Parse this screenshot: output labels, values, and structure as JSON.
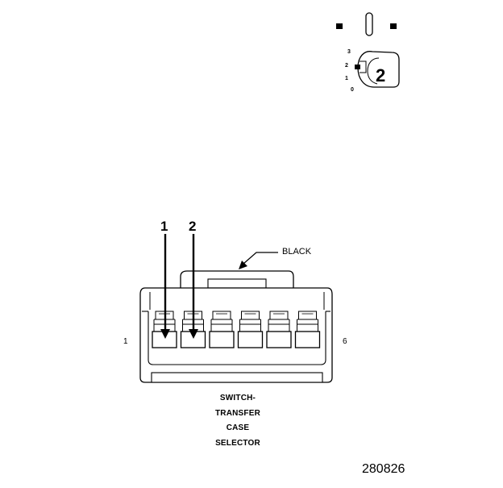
{
  "connector": {
    "wire_color": "BLACK",
    "end_pin_left": "1",
    "end_pin_right": "6",
    "callout_1": "1",
    "callout_2": "2",
    "title_lines": [
      "SWITCH-",
      "TRANSFER",
      "CASE",
      "SELECTOR"
    ],
    "cavity_count": 6
  },
  "legend": {
    "key_number": "2",
    "scale_marks": [
      "3",
      "2",
      "1",
      "0"
    ]
  },
  "figure_id": "280826"
}
